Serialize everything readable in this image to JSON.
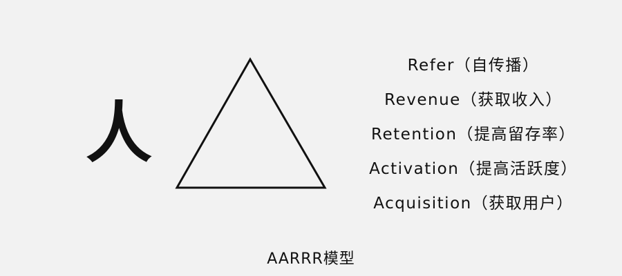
{
  "diagram": {
    "person_glyph": "人",
    "stages": [
      {
        "label": "Refer（自传播）"
      },
      {
        "label": "Revenue（获取收入）"
      },
      {
        "label": "Retention（提高留存率）"
      },
      {
        "label": "Activation（提高活跃度）"
      },
      {
        "label": "Acquisition（获取用户）"
      }
    ],
    "caption": "AARRR模型",
    "colors": {
      "background": "#f2f2f2",
      "ink": "#111111"
    }
  }
}
